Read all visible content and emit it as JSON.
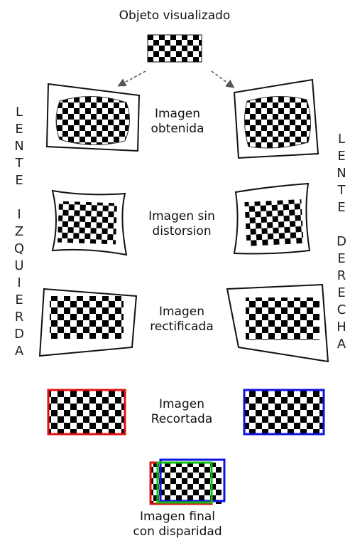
{
  "title": "Objeto visualizado",
  "stages": {
    "obtained": "Imagen obtenida",
    "undistorted_l1": "Imagen sin",
    "undistorted_l2": "distorsion",
    "rectified_l1": "Imagen",
    "rectified_l2": "rectificada",
    "cropped_l1": "Imagen",
    "cropped_l2": "Recortada",
    "final_l1": "Imagen final",
    "final_l2": "con disparidad"
  },
  "obtained_l1": "Imagen",
  "obtained_l2": "obtenida",
  "left_lens": [
    "L",
    "E",
    "N",
    "T",
    "E",
    "",
    "I",
    "Z",
    "Q",
    "U",
    "I",
    "E",
    "R",
    "D",
    "A"
  ],
  "right_lens": [
    "L",
    "E",
    "N",
    "T",
    "E",
    "",
    "D",
    "E",
    "R",
    "E",
    "C",
    "H",
    "A"
  ],
  "colors": {
    "left_crop": "#e01010",
    "right_crop": "#1010e0",
    "overlap": "#10c010"
  }
}
